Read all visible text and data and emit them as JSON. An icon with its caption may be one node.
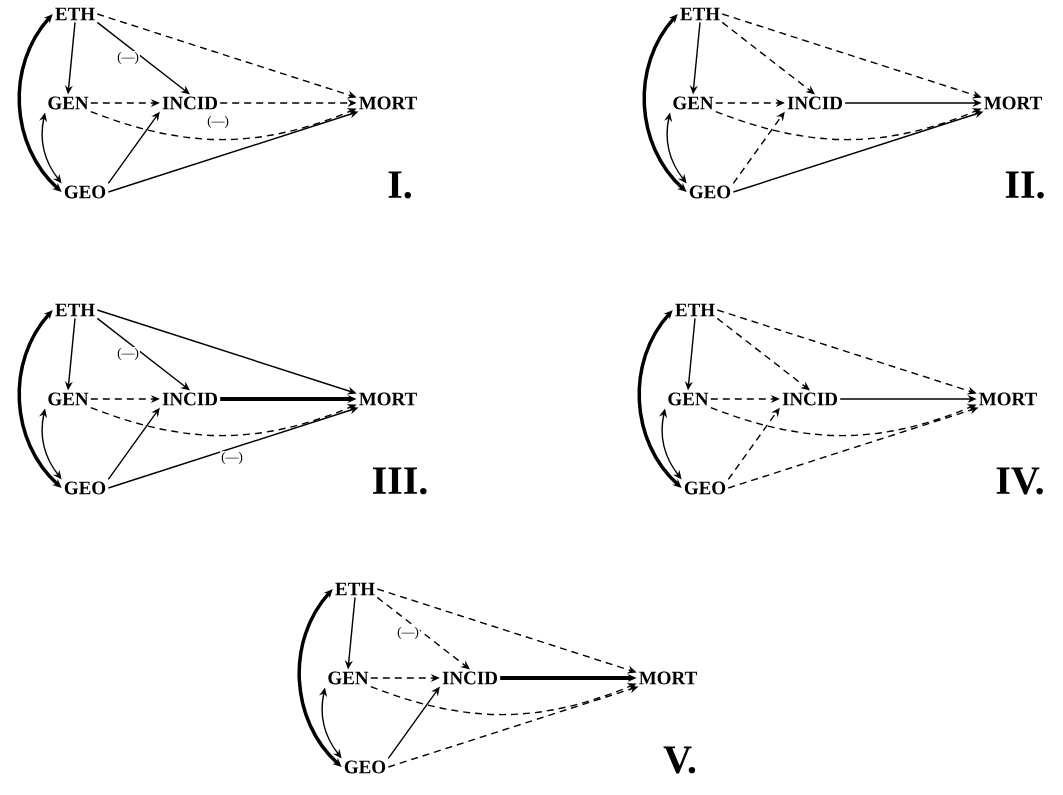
{
  "diagram": {
    "nodes": [
      {
        "text": [
          "ETH"
        ]
      },
      {
        "text": [
          "GEN"
        ]
      },
      {
        "text": [
          "INCID"
        ]
      },
      {
        "text": [
          "MORT"
        ]
      },
      {
        "text": [
          "GEO"
        ]
      },
      {
        "text": [
          "ETH"
        ]
      },
      {
        "text": [
          "GEN"
        ]
      },
      {
        "text": [
          "INCID"
        ]
      },
      {
        "text": [
          "MORT"
        ]
      },
      {
        "text": [
          "GEO"
        ]
      },
      {
        "text": [
          "ETH"
        ]
      },
      {
        "text": [
          "GEN"
        ]
      },
      {
        "text": [
          "INCID"
        ]
      },
      {
        "text": [
          "MORT"
        ]
      },
      {
        "text": [
          "GEO"
        ]
      },
      {
        "text": [
          "ETH"
        ]
      },
      {
        "text": [
          "GEN"
        ]
      },
      {
        "text": [
          "INCID"
        ]
      },
      {
        "text": [
          "MORT"
        ]
      },
      {
        "text": [
          "GEO"
        ]
      },
      {
        "text": [
          "ETH"
        ]
      },
      {
        "text": [
          "GEN"
        ]
      },
      {
        "text": [
          "INCID"
        ]
      },
      {
        "text": [
          "MORT"
        ]
      },
      {
        "text": [
          "GEO"
        ]
      }
    ],
    "edges": [
      {
        "from": 0,
        "to": 4,
        "arrow": "both",
        "style": "thick"
      },
      {
        "from": 1,
        "to": 4,
        "arrow": "both"
      },
      {
        "from": 0,
        "to": 1,
        "arrow": "to"
      },
      {
        "from": 0,
        "to": 3,
        "arrow": "to",
        "style": "dashed"
      },
      {
        "from": 0,
        "to": 2,
        "arrow": "to",
        "label": "(—)"
      },
      {
        "from": 1,
        "to": 2,
        "arrow": "to",
        "style": "dashed"
      },
      {
        "from": 2,
        "to": 3,
        "arrow": "to",
        "style": "dashed"
      },
      {
        "from": 1,
        "to": 3,
        "arrow": "to",
        "style": "dashed",
        "label": "(—)"
      },
      {
        "from": 4,
        "to": 2,
        "arrow": "to"
      },
      {
        "from": 4,
        "to": 3,
        "arrow": "to"
      },
      {
        "from": 5,
        "to": 9,
        "arrow": "both",
        "style": "thick"
      },
      {
        "from": 6,
        "to": 9,
        "arrow": "both"
      },
      {
        "from": 5,
        "to": 6,
        "arrow": "to"
      },
      {
        "from": 5,
        "to": 8,
        "arrow": "to",
        "style": "dashed"
      },
      {
        "from": 5,
        "to": 7,
        "arrow": "to",
        "style": "dashed"
      },
      {
        "from": 6,
        "to": 7,
        "arrow": "to",
        "style": "dashed"
      },
      {
        "from": 7,
        "to": 8,
        "arrow": "to"
      },
      {
        "from": 6,
        "to": 8,
        "arrow": "to",
        "style": "dashed"
      },
      {
        "from": 9,
        "to": 7,
        "arrow": "to",
        "style": "dashed"
      },
      {
        "from": 9,
        "to": 8,
        "arrow": "to"
      },
      {
        "from": 10,
        "to": 14,
        "arrow": "both",
        "style": "thick"
      },
      {
        "from": 11,
        "to": 14,
        "arrow": "both"
      },
      {
        "from": 10,
        "to": 11,
        "arrow": "to"
      },
      {
        "from": 10,
        "to": 13,
        "arrow": "to"
      },
      {
        "from": 10,
        "to": 12,
        "arrow": "to",
        "label": "(—)"
      },
      {
        "from": 11,
        "to": 12,
        "arrow": "to",
        "style": "dashed"
      },
      {
        "from": 12,
        "to": 13,
        "arrow": "to",
        "style": "thick"
      },
      {
        "from": 11,
        "to": 13,
        "arrow": "to",
        "style": "dashed"
      },
      {
        "from": 14,
        "to": 12,
        "arrow": "to"
      },
      {
        "from": 14,
        "to": 13,
        "arrow": "to",
        "label": "(—)"
      },
      {
        "from": 15,
        "to": 19,
        "arrow": "both",
        "style": "thick"
      },
      {
        "from": 16,
        "to": 19,
        "arrow": "both"
      },
      {
        "from": 15,
        "to": 16,
        "arrow": "to"
      },
      {
        "from": 15,
        "to": 18,
        "arrow": "to",
        "style": "dashed"
      },
      {
        "from": 15,
        "to": 17,
        "arrow": "to",
        "style": "dashed"
      },
      {
        "from": 16,
        "to": 17,
        "arrow": "to",
        "style": "dashed"
      },
      {
        "from": 17,
        "to": 18,
        "arrow": "to"
      },
      {
        "from": 16,
        "to": 18,
        "arrow": "to",
        "style": "dashed"
      },
      {
        "from": 19,
        "to": 17,
        "arrow": "to",
        "style": "dashed"
      },
      {
        "from": 19,
        "to": 18,
        "arrow": "to",
        "style": "dashed"
      },
      {
        "from": 20,
        "to": 24,
        "arrow": "both",
        "style": "thick"
      },
      {
        "from": 21,
        "to": 24,
        "arrow": "both"
      },
      {
        "from": 20,
        "to": 21,
        "arrow": "to"
      },
      {
        "from": 20,
        "to": 23,
        "arrow": "to",
        "style": "dashed"
      },
      {
        "from": 20,
        "to": 22,
        "arrow": "to",
        "style": "dashed",
        "label": "(—)"
      },
      {
        "from": 21,
        "to": 22,
        "arrow": "to",
        "style": "dashed"
      },
      {
        "from": 22,
        "to": 23,
        "arrow": "to",
        "style": "thick"
      },
      {
        "from": 21,
        "to": 23,
        "arrow": "to",
        "style": "dashed"
      },
      {
        "from": 24,
        "to": 22,
        "arrow": "to"
      },
      {
        "from": 24,
        "to": 23,
        "arrow": "to",
        "style": "dashed"
      }
    ],
    "labels": [
      "I.",
      "II.",
      "III.",
      "IV.",
      "V."
    ]
  }
}
